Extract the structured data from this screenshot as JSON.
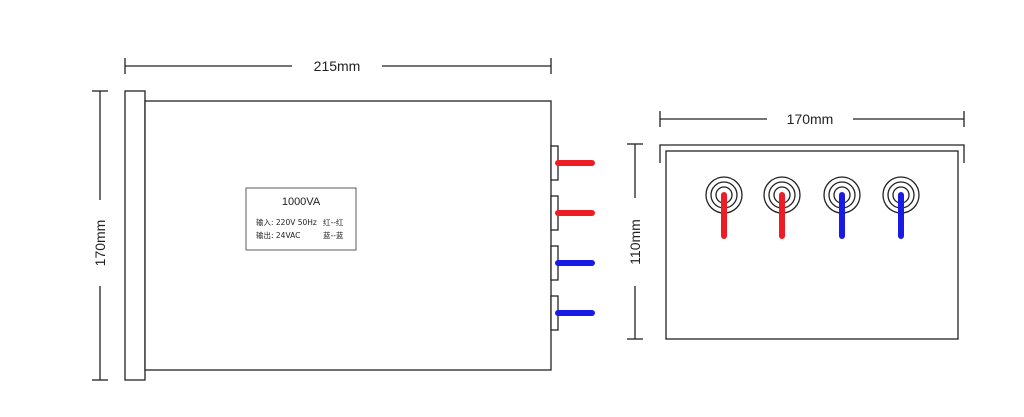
{
  "side_view": {
    "width_label": "215mm",
    "height_label": "170mm",
    "nameplate": {
      "title": "1000VA",
      "line1_left": "输入: 220V  50Hz",
      "line1_right": "红--红",
      "line2_left": "输出: 24VAC",
      "line2_right": "蓝--蓝"
    },
    "terminals": [
      {
        "wire_color": "#ee1c24"
      },
      {
        "wire_color": "#ee1c24"
      },
      {
        "wire_color": "#1a1ae6"
      },
      {
        "wire_color": "#1a1ae6"
      }
    ]
  },
  "end_view": {
    "width_label": "170mm",
    "height_label": "110mm",
    "terminals": [
      {
        "wire_color": "#ee1c24"
      },
      {
        "wire_color": "#ee1c24"
      },
      {
        "wire_color": "#1a1ae6"
      },
      {
        "wire_color": "#1a1ae6"
      }
    ]
  },
  "colors": {
    "line": "#222222",
    "red_wire": "#ee1c24",
    "blue_wire": "#1a1ae6"
  }
}
